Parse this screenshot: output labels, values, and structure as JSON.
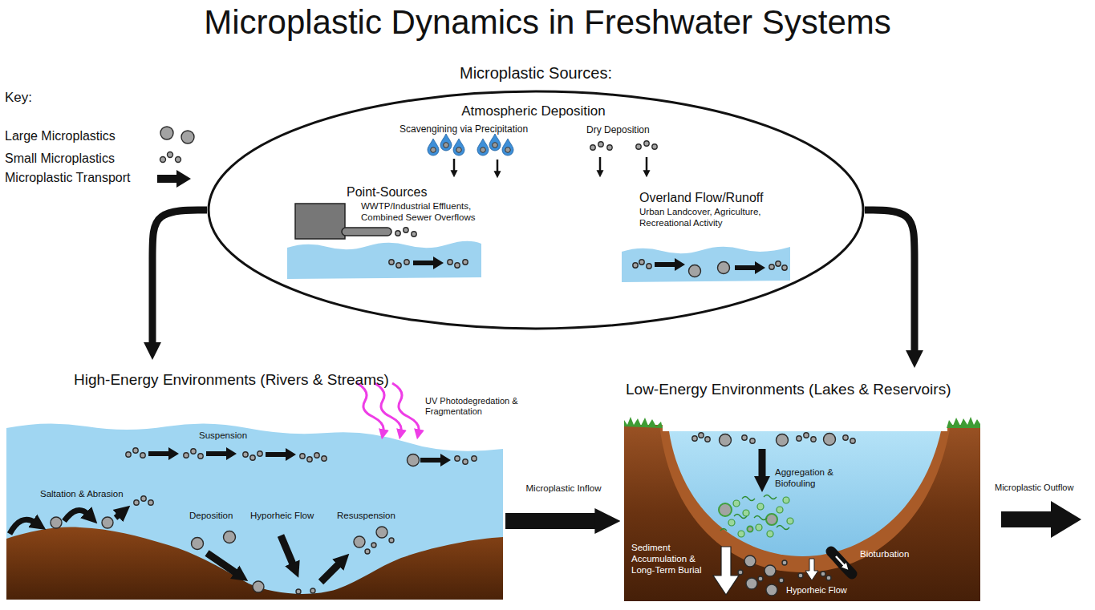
{
  "diagram": {
    "title": "Microplastic Dynamics in Freshwater Systems",
    "nodes": [
      {
        "text": [
          "Microplastic Sources:"
        ]
      },
      {
        "text": [
          "Point-Sources",
          "WWTP/Industrial Effluents, Combined Sewer Overflows"
        ],
        "in": 0
      },
      {
        "text": [
          "Overland Flow/Runoff",
          "Urban Landcover, Agriculture, Recreational Activity"
        ],
        "in": 0
      },
      {
        "text": [
          "High-Energy Environments (Rivers & Streams)"
        ]
      },
      {
        "text": [
          "Low-Energy Environments (Lakes & Reservoirs)"
        ]
      }
    ],
    "edges": [
      {
        "from": 0,
        "to": 3,
        "arrow": "to"
      },
      {
        "from": 0,
        "to": 4,
        "arrow": "to"
      },
      {
        "from": 3,
        "to": 4,
        "label": "Microplastic Inflow",
        "arrow": "to"
      }
    ],
    "labels": [
      "Key:",
      "Atmospheric Deposition",
      "Scavengining via Precipitation",
      "Dry Deposition",
      "Suspension",
      "UV Photodegredation & Fragmentation",
      "Saltation & Abrasion",
      "Deposition",
      "Hyporheic Flow",
      "Resuspension",
      "Aggregation & Biofouling",
      "Sediment Accumulation & Long-Term Burial",
      "Bioturbation",
      "Hyporheic Flow",
      "Microplastic Outflow"
    ],
    "legend": [
      {
        "text": "Large Microplastics"
      },
      {
        "text": "Small Microplastics"
      },
      {
        "text": "Microplastic Transport"
      }
    ]
  }
}
